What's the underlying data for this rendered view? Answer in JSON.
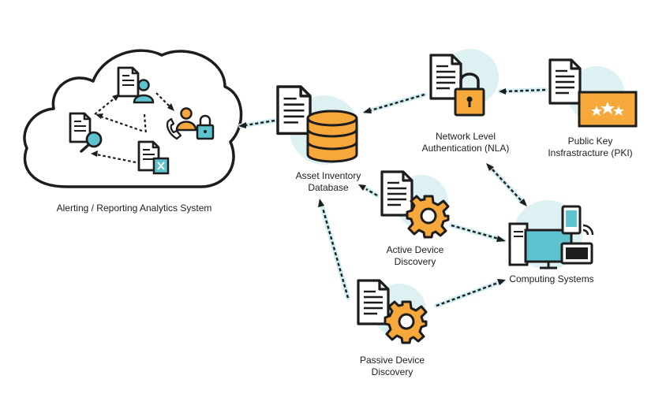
{
  "nodes": {
    "alerting": {
      "label": "Alerting / Reporting Analytics System"
    },
    "asset_db": {
      "line1": "Asset Inventory",
      "line2": "Database"
    },
    "nla": {
      "line1": "Network Level",
      "line2": "Authentication (NLA)"
    },
    "pki": {
      "line1": "Public Key",
      "line2": "Insfrastracture (PKI)"
    },
    "active": {
      "line1": "Active Device",
      "line2": "Discovery"
    },
    "passive": {
      "line1": "Passive Device",
      "line2": "Discovery"
    },
    "computing": {
      "label": "Computing Systems"
    }
  },
  "colors": {
    "outline": "#1d1d1d",
    "accent_orange": "#f6a83b",
    "accent_teal": "#5cc3cf",
    "halo": "#ddf1f3",
    "arrow": "#1d1d1d",
    "arrow_glow": "#cfeef2"
  }
}
